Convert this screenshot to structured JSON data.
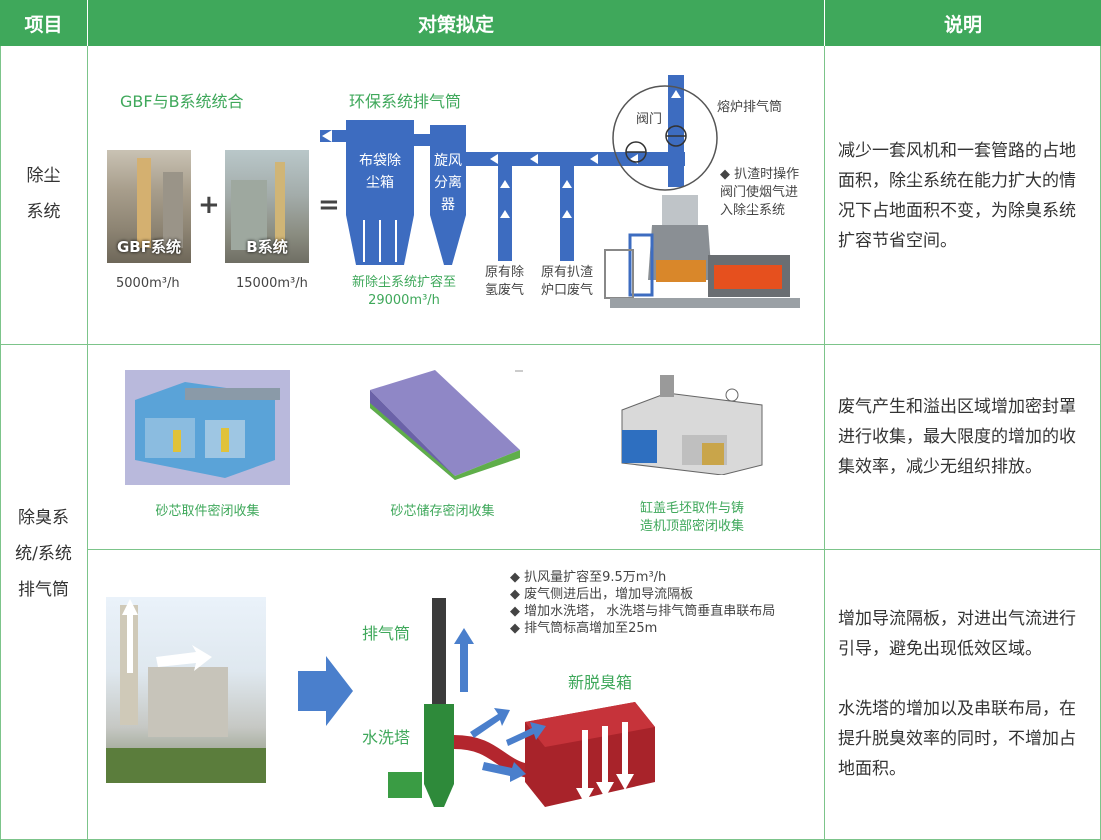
{
  "header": {
    "col1": "项目",
    "col2": "对策拟定",
    "col3": "说明"
  },
  "row1": {
    "item": [
      "除尘",
      "系统"
    ],
    "title_left": "GBF与B系统统合",
    "title_mid": "环保系统排气筒",
    "gbf_label": "GBF系统",
    "b_label": "B系统",
    "plus": "+",
    "equals": "=",
    "gbf_flow": "5000m³/h",
    "b_flow": "15000m³/h",
    "baghouse": [
      "布袋除",
      "尘箱"
    ],
    "cyclone": [
      "旋风",
      "分离",
      "器"
    ],
    "new_capacity": [
      "新除尘系统扩容至",
      "29000m³/h"
    ],
    "orig_h2": [
      "原有除",
      "氢废气"
    ],
    "orig_slag": [
      "原有扒渣",
      "炉口废气"
    ],
    "valve": "阀门",
    "furnace_stack": "熔炉排气筒",
    "slag_note": [
      "◆ 扒渣时操作",
      "阀门使烟气进",
      "入除尘系统"
    ],
    "desc": "减少一套风机和一套管路的占地面积，除尘系统在能力扩大的情况下占地面积不变，为除臭系统扩容节省空间。"
  },
  "row2": {
    "item": [
      "除臭系",
      "统/系统",
      "排气筒"
    ],
    "cap1": "砂芯取件密闭收集",
    "cap2": "砂芯储存密闭收集",
    "cap3": [
      "缸盖毛坯取件与铸",
      "造机顶部密闭收集"
    ],
    "desc": "废气产生和溢出区域增加密封罩进行收集，最大限度的增加的收集效率，减少无组织排放。"
  },
  "row3": {
    "bullets": [
      "◆ 扒风量扩容至9.5万m³/h",
      "◆ 废气侧进后出，增加导流隔板",
      "◆ 增加水洗塔， 水洗塔与排气筒垂直串联布局",
      "◆ 排气筒标高增加至25m"
    ],
    "stack": "排气筒",
    "scrubber": "水洗塔",
    "new_box": "新脱臭箱",
    "desc1": "增加导流隔板，对进出气流进行引导，避免出现低效区域。",
    "desc2": "水洗塔的增加以及串联布局，在提升脱臭效率的同时，不增加占地面积。"
  },
  "colors": {
    "green": "#3fa85b",
    "blue": "#3d6cc0",
    "red": "#a8232a"
  }
}
